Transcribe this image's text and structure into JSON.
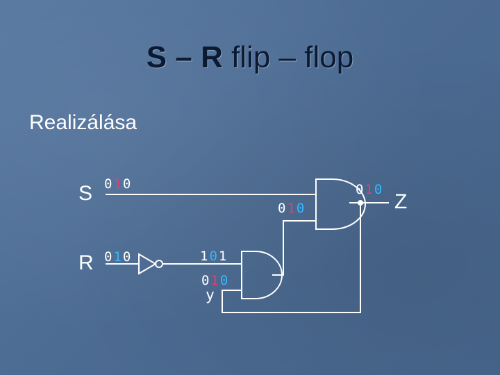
{
  "slide": {
    "title_bold": "S – R",
    "title_rest": " flip – flop",
    "subtitle": "Realizálása"
  },
  "labels": {
    "s": "S",
    "r": "R",
    "z": "Z",
    "y": "y"
  },
  "bits": {
    "s_input": [
      "0",
      "1",
      "0"
    ],
    "r_input": [
      "0",
      "1",
      "0"
    ],
    "inverter_out": [
      "1",
      "0",
      "1"
    ],
    "and1_in": [
      "0",
      "1",
      "0"
    ],
    "and2_in": [
      "0",
      "1",
      "0"
    ],
    "z_out": [
      "0",
      "1",
      "0"
    ]
  },
  "colors": {
    "white": "#ffffff",
    "pink": "#ff2f72",
    "cyan": "#34b7ff"
  }
}
